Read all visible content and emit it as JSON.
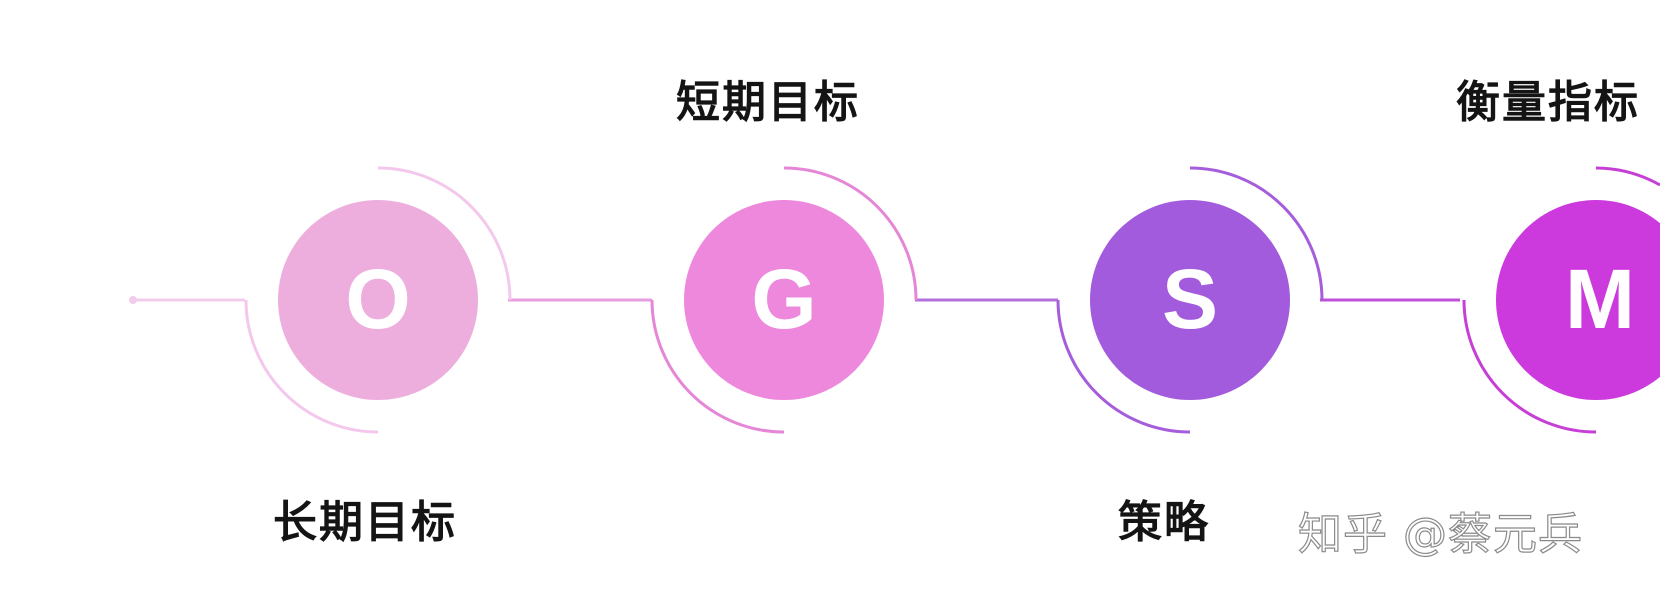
{
  "nodes": [
    {
      "letter": "O",
      "label": "长期目标",
      "color": "#eeaedd",
      "ring": "#f4c8ec"
    },
    {
      "letter": "G",
      "label": "短期目标",
      "color": "#ee88dd",
      "ring": "#e586d6"
    },
    {
      "letter": "S",
      "label": "策略",
      "color": "#a25bdd",
      "ring": "#a65ddb"
    },
    {
      "letter": "M",
      "label": "衡量指标",
      "color": "#cc3add",
      "ring": "#c640d6"
    }
  ],
  "watermark": "知乎 @蔡元兵"
}
